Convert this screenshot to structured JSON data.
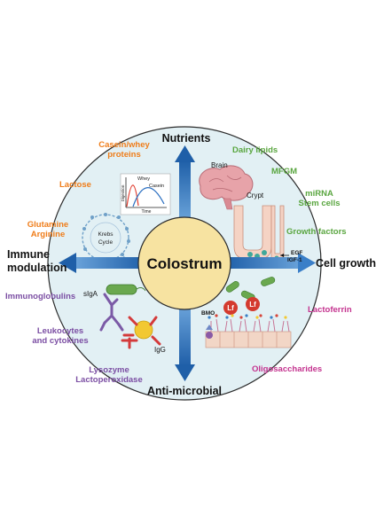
{
  "center": {
    "title": "Colostrum"
  },
  "axes": {
    "top": "Nutrients",
    "bottom": "Anti-microbial",
    "left_line1": "Immune",
    "left_line2": "modulation",
    "right": "Cell growth"
  },
  "nutrients_left": {
    "casein_whey_line1": "Casein/whey",
    "casein_whey_line2": "proteins",
    "lactose": "Lactose",
    "glutamine": "Glutamine",
    "arginine": "Arginine"
  },
  "nutrients_right": {
    "dairy_lipids": "Dairy lipids",
    "mfgm": "MFGM"
  },
  "cell_growth": {
    "mirna": "miRNA",
    "stem_cells": "Stem cells",
    "growth_factors": "Growth factors"
  },
  "immune": {
    "immunoglobulins": "Immunoglobulins",
    "leukocytes_line1": "Leukocytes",
    "leukocytes_line2": "and cytokines"
  },
  "antimicrobial_left": {
    "lysozyme": "Lysozyme",
    "lactoperoxidase": "Lactoperoxidase"
  },
  "antimicrobial_right": {
    "lactoferrin": "Lactoferrin",
    "oligosaccharides": "Oligosaccharides"
  },
  "inner_labels": {
    "brain": "Brain",
    "crypt": "Crypt",
    "egf": "EGF",
    "igf1": "IGF-1",
    "krebs_line1": "Krebs",
    "krebs_line2": "Cycle",
    "siga": "sIgA",
    "igg": "IgG",
    "bmo": "BMO",
    "lf": "Lf"
  },
  "mini_chart": {
    "whey": "Whey",
    "casein": "Casein",
    "xlabel": "Time",
    "ylabel": "Digestion"
  },
  "colors": {
    "circle_fill": "#e2f0f4",
    "center_fill": "#f7e3a1",
    "arrow": "#2c72bd",
    "orange": "#ef7d1a",
    "green": "#5aa640",
    "purple": "#7b4ea3",
    "magenta": "#c4338f"
  }
}
